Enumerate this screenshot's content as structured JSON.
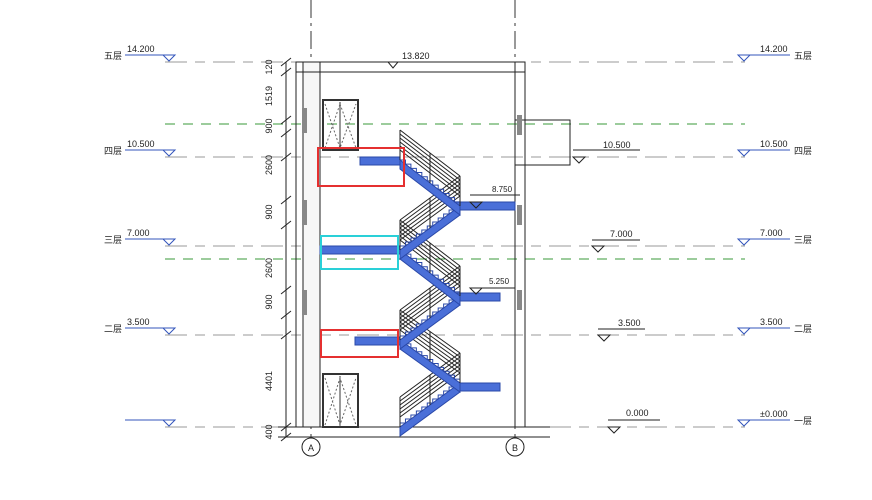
{
  "levels": [
    {
      "name": "五层",
      "elev": "14.200"
    },
    {
      "name": "四层",
      "elev": "10.500"
    },
    {
      "name": "三层",
      "elev": "7.000"
    },
    {
      "name": "二层",
      "elev": "3.500"
    },
    {
      "name": "一层",
      "elev": "±0.000"
    }
  ],
  "inner_elevations": {
    "roof": "13.820",
    "l4": "10.500",
    "landing_upper": "8.750",
    "l3": "7.000",
    "landing_lower": "5.250",
    "l2": "3.500",
    "l1": "0.000"
  },
  "dimensions": [
    "120",
    "1519",
    "900",
    "2600",
    "900",
    "2600",
    "900",
    "4401",
    "400"
  ],
  "grid_axes": [
    "A",
    "B"
  ],
  "colors": {
    "stair": "#4a6fd8",
    "highlight_red": "#e53030",
    "highlight_cyan": "#2ad0d8",
    "level_line": "#3355bb",
    "aux_line": "#3a9a3a"
  }
}
